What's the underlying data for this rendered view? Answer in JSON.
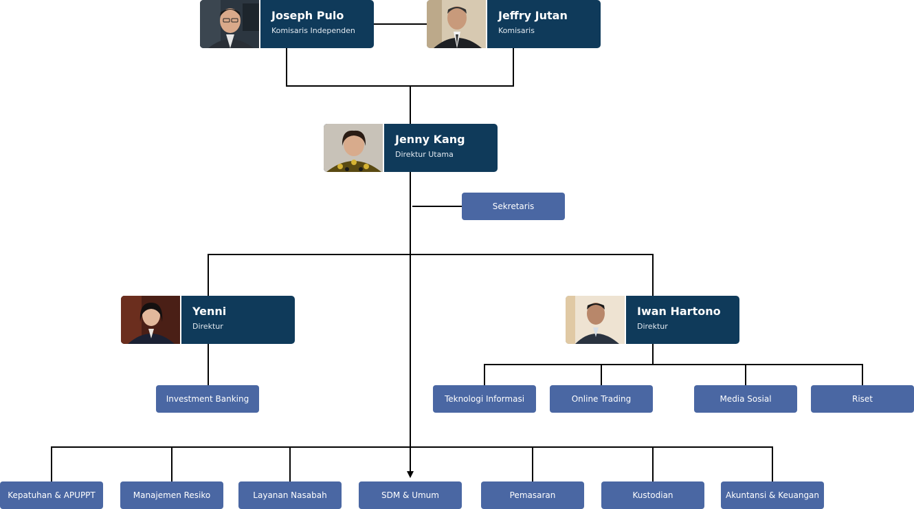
{
  "colors": {
    "card": "#0f3a5a",
    "unit": "#4a67a3",
    "line": "#000000"
  },
  "people": {
    "joseph": {
      "name": "Joseph Pulo",
      "role": "Komisaris Independen"
    },
    "jeffry": {
      "name": "Jeffry Jutan",
      "role": "Komisaris"
    },
    "jenny": {
      "name": "Jenny Kang",
      "role": "Direktur Utama"
    },
    "yenni": {
      "name": "Yenni",
      "role": "Direktur"
    },
    "iwan": {
      "name": "Iwan Hartono",
      "role": "Direktur"
    }
  },
  "units": {
    "sekretaris": "Sekretaris",
    "investment_banking": "Investment Banking",
    "teknologi_informasi": "Teknologi Informasi",
    "online_trading": "Online Trading",
    "media_sosial": "Media Sosial",
    "riset": "Riset",
    "kepatuhan": "Kepatuhan & APUPPT",
    "manajemen_resiko": "Manajemen Resiko",
    "layanan_nasabah": "Layanan Nasabah",
    "sdm_umum": "SDM & Umum",
    "pemasaran": "Pemasaran",
    "kustodian": "Kustodian",
    "akuntansi": "Akuntansi & Keuangan"
  }
}
